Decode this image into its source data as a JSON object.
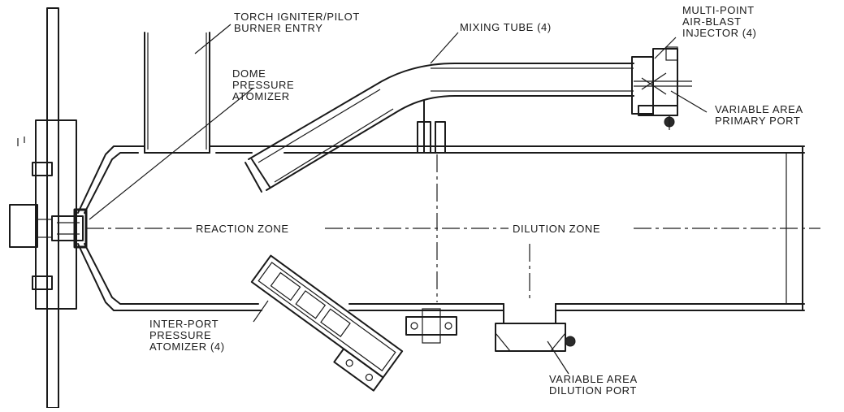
{
  "labels": {
    "torch_igniter": "TORCH IGNITER/PILOT\nBURNER ENTRY",
    "mixing_tube": "MIXING TUBE (4)",
    "multi_point": "MULTI-POINT\nAIR-BLAST\nINJECTOR (4)",
    "dome_atomizer": "DOME\nPRESSURE\nATOMIZER",
    "variable_primary": "VARIABLE AREA\nPRIMARY PORT",
    "reaction_zone": "REACTION ZONE",
    "dilution_zone": "DILUTION ZONE",
    "inter_port": "INTER-PORT\nPRESSURE\nATOMIZER (4)",
    "variable_dilution": "VARIABLE AREA\nDILUTION PORT"
  }
}
